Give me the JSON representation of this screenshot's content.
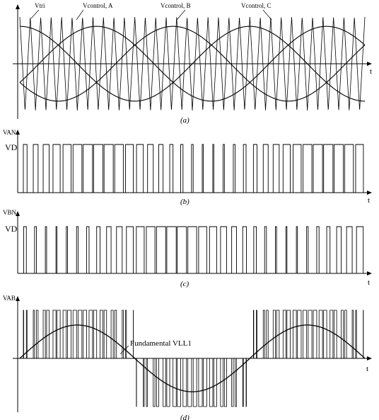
{
  "panel_a": {
    "caption": "(a)",
    "axis_label": "t",
    "labels": {
      "tri": "Vtri",
      "ctrl_a": "Vcontrol, A",
      "ctrl_b": "Vcontrol, B",
      "ctrl_c": "Vcontrol, C"
    }
  },
  "panel_b": {
    "caption": "(b)",
    "y_label": "VAN",
    "level_label": "VD",
    "axis_label": "t"
  },
  "panel_c": {
    "caption": "(c)",
    "y_label": "VBN",
    "level_label": "VD",
    "axis_label": "t"
  },
  "panel_d": {
    "caption": "(d)",
    "y_label": "VAB",
    "axis_label": "t",
    "fundamental_label": "Fundamental VLL1"
  },
  "chart_data": {
    "type": "line",
    "carrier_periods": 33,
    "modulation_index": 0.8,
    "phase_shifts_deg": {
      "A": 0,
      "B": -120,
      "C": -240
    },
    "fundamental_periods_shown": 1.5
  },
  "colors": {
    "ink": "#000000",
    "background": "#ffffff"
  }
}
